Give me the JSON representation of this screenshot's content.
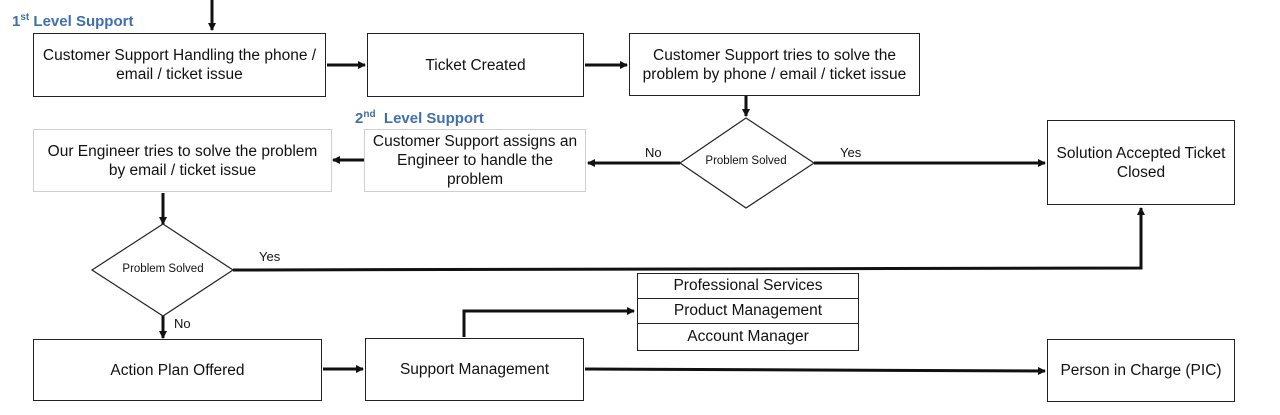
{
  "levels": {
    "first": {
      "num": "1",
      "sup": "st",
      "text": "Level Support"
    },
    "second": {
      "num": "2",
      "sup": "nd",
      "text": "Level Support"
    }
  },
  "boxes": {
    "customer_support_handling": "Customer Support Handling the phone / email / ticket issue",
    "ticket_created": "Ticket Created",
    "customer_support_tries": "Customer Support tries to solve the problem by phone / email / ticket issue",
    "our_engineer_tries": "Our Engineer tries to solve the problem by email / ticket issue",
    "assigns_engineer": "Customer Support assigns an Engineer to handle the problem",
    "solution_accepted": "Solution Accepted Ticket Closed",
    "action_plan": "Action Plan Offered",
    "support_management": "Support Management",
    "person_in_charge": "Person in Charge (PIC)"
  },
  "decisions": {
    "first": "Problem Solved",
    "second": "Problem Solved"
  },
  "edge_labels": {
    "no_left": "No",
    "yes_right": "Yes",
    "yes_lower": "Yes",
    "no_lower": "No"
  },
  "escalation_list": [
    "Professional Services",
    "Product Management",
    "Account Manager"
  ]
}
